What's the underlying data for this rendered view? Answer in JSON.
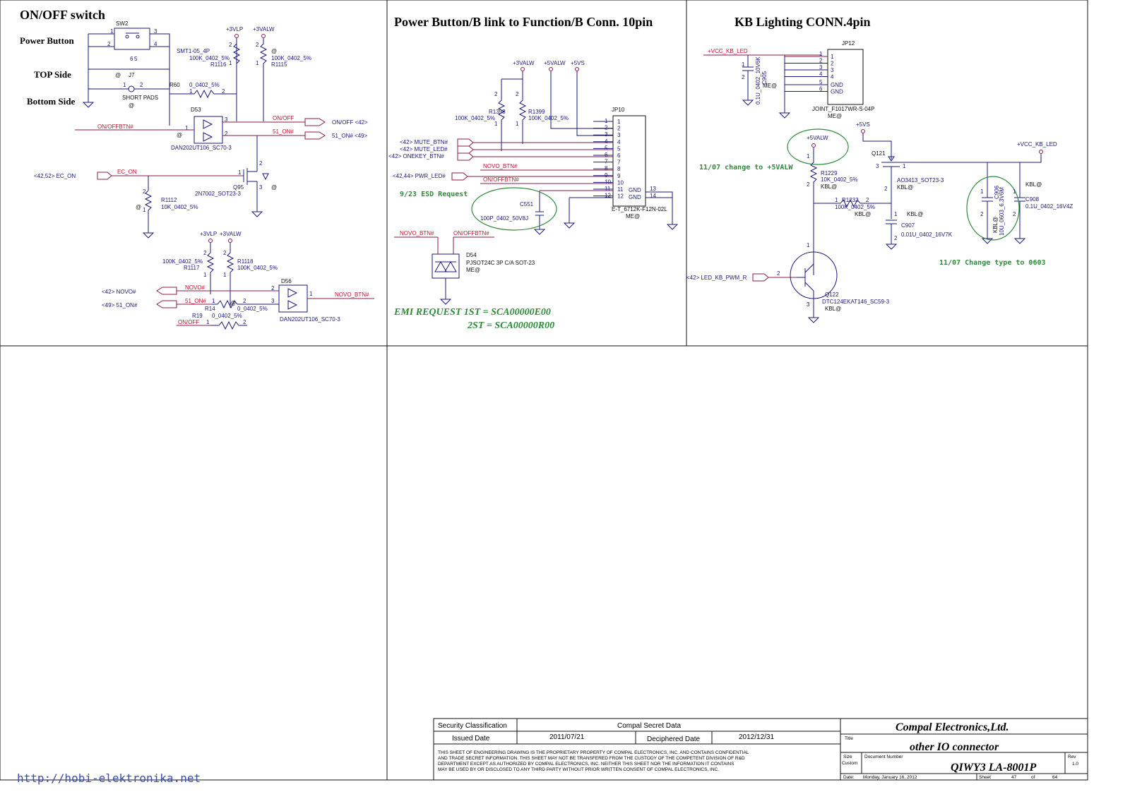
{
  "sections": {
    "onoff": "ON/OFF switch",
    "power_button": "Power Button",
    "top_side": "TOP Side",
    "bottom_side": "Bottom Side",
    "pwr_link": "Power Button/B link to Function/B Conn. 10pin",
    "kb_light": "KB Lighting CONN.4pin"
  },
  "s1": {
    "sw2": "SW2",
    "smt": "SMT1-05_4P",
    "j7": "J7",
    "short_pads": "SHORT PADS",
    "at": "@",
    "r60": "R60",
    "r60v": "0_0402_5%",
    "r1116": "R1116",
    "r1116v": "100K_0402_5%",
    "r1115": "R1115",
    "r1115v": "100K_0402_5%",
    "vlp": "+3VLP",
    "valw": "+3VALW",
    "d53": "D53",
    "d53p": "DAN202UT106_SC70-3",
    "onoffbtn": "ON/OFFBTN#",
    "onoff_net": "ON/OFF",
    "onoff_port": "ON/OFF <42>",
    "on51_net": "51_ON#",
    "on51_port": "51_ON# <49>",
    "ec_in": "<42,52> EC_ON",
    "ec_net": "EC_ON",
    "q95": "Q95",
    "q95p": "2N7002_SOT23-3",
    "r1112": "R1112",
    "r1112v": "10K_0402_5%",
    "vlp2": "+3VLP",
    "valw2": "+3VALW",
    "r1117": "R1117",
    "r1117v": "100K_0402_5%",
    "r1118": "R1118",
    "r1118v": "100K_0402_5%",
    "novo_in": "<42> NOVO#",
    "on51_in": "<49> 51_ON#",
    "novo_net": "NOVO#",
    "on51_net2": "51_ON#",
    "r14": "R14",
    "r14v": "0_0402_5%",
    "r19": "R19",
    "r19v": "0_0402_5%",
    "onoff_net2": "ON/OFF",
    "d56": "D56",
    "d56p": "DAN202UT106_SC70-3",
    "novobtn": "NOVO_BTN#"
  },
  "s2": {
    "valw": "+3VALW",
    "v5alw": "+5VALW",
    "v5s": "+5VS",
    "r1398": "R1398",
    "r1398v": "100K_0402_5%",
    "r1399": "R1399",
    "r1399v": "100K_0402_5%",
    "jp10": "JP10",
    "mute_btn": "<42> MUTE_BTN#",
    "mute_led": "<42> MUTE_LED#",
    "onekey": "<42> ONEKEY_BTN#",
    "novo": "NOVO_BTN#",
    "pwr_led": "<42,44> PWR_LED#",
    "onoffbtn": "ON/OFFBTN#",
    "pins": [
      "1",
      "2",
      "3",
      "4",
      "5",
      "6",
      "7",
      "8",
      "9",
      "10",
      "11",
      "12"
    ],
    "gnd": "GND",
    "p13": "13",
    "p14": "14",
    "jp10p": "E-T_6712K-F12N-02L",
    "me": "ME@",
    "esd": "9/23 ESD Request",
    "c551": "C551",
    "c551v": "100P_0402_50V8J",
    "novo2": "NOVO_BTN#",
    "onoff2": "ON/OFFBTN#",
    "d54": "D54",
    "d54p": "PJSOT24C 3P C/A SOT-23",
    "emi1": "EMI REQUEST 1ST = SCA00000E00",
    "emi2": "2ST = SCA00000R00"
  },
  "s3": {
    "vcc": "+VCC_KB_LED",
    "c905v": "0.1U_0402_10V6K",
    "c905": "C905",
    "jp12": "JP12",
    "jp12pins": [
      "1",
      "2",
      "3",
      "4",
      "5",
      "6"
    ],
    "jp12lab": [
      "1",
      "2",
      "3",
      "4",
      "GND",
      "GND"
    ],
    "jp12p": "JOINT_F1017WR-S-04P",
    "me": "ME@",
    "v5alw": "+5VALW",
    "change1": "11/07 change to +5VALW",
    "v5s": "+5VS",
    "q121": "Q121",
    "q121p": "AO3413_SOT23-3",
    "kbl": "KBL@",
    "vcc2": "+VCC_KB_LED",
    "r1229": "R1229",
    "r1229v": "10K_0402_5%",
    "r1232": "R1232",
    "r1232v": "100K_0402_5%",
    "c907": "C907",
    "c907v": "0.01U_0402_16V7K",
    "c906": "C906",
    "c906v": "10U_0603_6.3V6M",
    "c908": "C908",
    "c908v": "0.1U_0402_16V4Z",
    "change2": "11/07 Change type to 0603",
    "pwm": "<42> LED_KB_PWM_R",
    "q122": "Q122",
    "q122p": "DTC124EKAT146_SC59-3"
  },
  "title_block": {
    "sec_class": "Security Classification",
    "sec_val": "Compal Secret Data",
    "issued": "Issued Date",
    "issued_val": "2011/07/21",
    "deciph": "Deciphered Date",
    "deciph_val": "2012/12/31",
    "company": "Compal Electronics,Ltd.",
    "title_lbl": "Title",
    "title": "other IO connector",
    "size": "Size",
    "custom": "Custom",
    "docnum": "Document Number",
    "doc": "QIWY3 LA-8001P",
    "rev": "Rev",
    "rev_val": "1.0",
    "date_lbl": "Date:",
    "date_val": "Monday, January 16, 2012",
    "sheet": "Sheet",
    "sheet_n": "47",
    "of": "of",
    "sheet_t": "64",
    "note1": "THIS SHEET OF ENGINEERING DRAWING IS THE PROPRIETARY PROPERTY OF COMPAL ELECTRONICS, INC. AND CONTAINS CONFIDENTIAL",
    "note2": "AND TRADE SECRET INFORMATION. THIS SHEET MAY NOT BE TRANSFERED FROM THE CUSTODY OF THE COMPETENT DIVISION OF R&D",
    "note3": "DEPARTMENT EXCEPT AS AUTHORIZED BY COMPAL ELECTRONICS, INC. NEITHER THIS SHEET NOR THE INFORMATION IT CONTAINS",
    "note4": "MAY BE USED BY OR DISCLOSED TO ANY THIRD PARTY WITHOUT PRIOR WRITTEN CONSENT OF COMPAL ELECTRONICS, INC."
  },
  "watermark": "http://hobi-elektronika.net"
}
